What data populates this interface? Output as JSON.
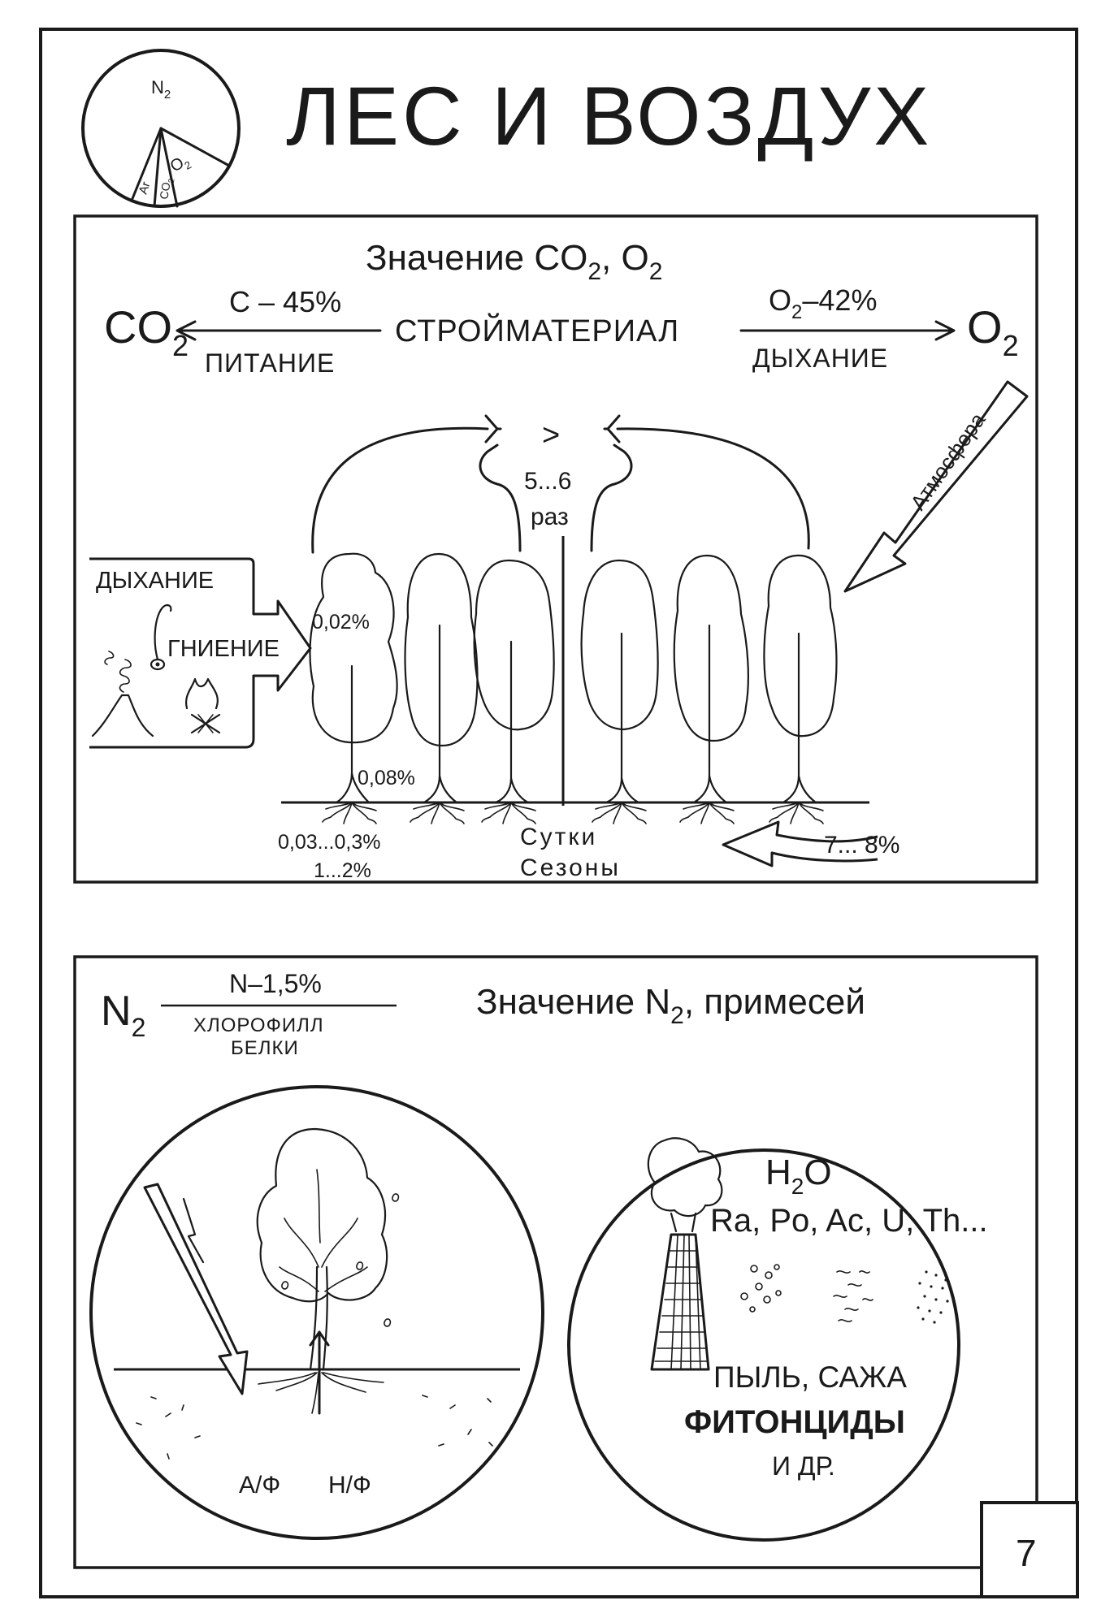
{
  "page": {
    "title": "ЛЕС И ВОЗДУХ",
    "page_number": "7"
  },
  "air_pie": {
    "n2": "N",
    "n2_sub": "2",
    "o2": "O",
    "o2_sub": "2",
    "co2": "CO",
    "co2_sub": "2",
    "ar": "Ar"
  },
  "panel_co2": {
    "heading": "Значение CO",
    "heading_sub1": "2",
    "heading_mid": ", O",
    "heading_sub2": "2",
    "left_gas": "CO",
    "left_gas_sub": "2",
    "right_gas": "O",
    "right_gas_sub": "2",
    "carbon_share": "C – 45%",
    "oxygen_share_pre": "O",
    "oxygen_share_sub": "2",
    "oxygen_share_post": "–42%",
    "building_material": "СТРОЙМАТЕРИАЛ",
    "nutrition": "ПИТАНИЕ",
    "breathing": "ДЫХАНИЕ",
    "greater_sign": ">",
    "ratio_value": "5...6",
    "ratio_unit": "раз",
    "atmosphere": "Атмосфера",
    "source_breathing": "ДЫХАНИЕ",
    "source_decay": "ГНИЕНИЕ",
    "crown_percent": "0,02%",
    "trunk_percent": "0,08%",
    "soil_percent_1": "0,03...0,3%",
    "soil_percent_2": "1...2%",
    "day_cycle": "Сутки",
    "season_cycle": "Сезоны",
    "ground_percent": "7... 8%"
  },
  "panel_n2": {
    "left_gas": "N",
    "left_gas_sub": "2",
    "nitrogen_share": "N–1,5%",
    "chlorophyll": "ХЛОРОФИЛЛ",
    "proteins": "БЕЛКИ",
    "heading": "Значение N",
    "heading_sub": "2",
    "heading_post": ", примесей",
    "soil_label_af": "А/Ф",
    "soil_label_nf": "Н/Ф",
    "water": "H",
    "water_sub": "2",
    "water_post": "O",
    "elements": "Ra, Po, Ac, U, Th...",
    "dust": "ПЫЛЬ, САЖА",
    "phytoncides": "ФИТОНЦИДЫ",
    "etc": "И ДР."
  }
}
